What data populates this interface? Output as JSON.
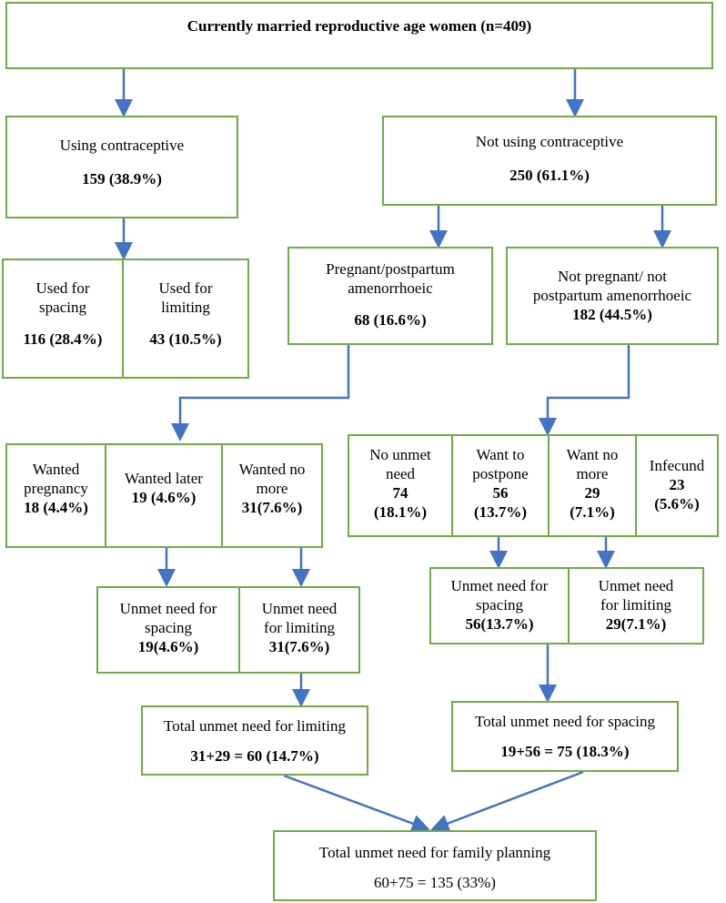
{
  "root": {
    "title": "Currently married reproductive age women (n=409)"
  },
  "using": {
    "label": "Using contraceptive",
    "value": "159 (38.9%)"
  },
  "not_using": {
    "label": "Not using contraceptive",
    "value": "250 (61.1%)"
  },
  "spacing_used": {
    "label1": "Used for",
    "label2": "spacing",
    "value": "116 (28.4%)"
  },
  "limiting_used": {
    "label1": "Used for",
    "label2": "limiting",
    "value": "43 (10.5%)"
  },
  "pregnant": {
    "label1": "Pregnant/postpartum",
    "label2": "amenorrhoeic",
    "value": "68 (16.6%)"
  },
  "not_pregnant": {
    "label1": "Not pregnant/ not",
    "label2": "postpartum amenorrhoeic",
    "value": "182 (44.5%)"
  },
  "wanted_pregnancy": {
    "label1": "Wanted",
    "label2": "pregnancy",
    "value": "18 (4.4%)"
  },
  "wanted_later": {
    "label": "Wanted later",
    "value": "19 (4.6%)"
  },
  "wanted_no_more": {
    "label1": "Wanted no",
    "label2": "more",
    "value": "31(7.6%)"
  },
  "no_unmet": {
    "label1": "No unmet",
    "label2": "need",
    "value1": "74",
    "value2": "(18.1%)"
  },
  "want_postpone": {
    "label1": "Want to",
    "label2": "postpone",
    "value1": "56",
    "value2": "(13.7%)"
  },
  "want_no_more": {
    "label1": "Want no",
    "label2": "more",
    "value1": "29",
    "value2": "(7.1%)"
  },
  "infecund": {
    "label": "Infecund",
    "value1": "23",
    "value2": "(5.6%)"
  },
  "unmet_spacing_left": {
    "label1": "Unmet need for",
    "label2": "spacing",
    "value": "19(4.6%)"
  },
  "unmet_limiting_left": {
    "label1": "Unmet need",
    "label2": "for limiting",
    "value": "31(7.6%)"
  },
  "unmet_spacing_right": {
    "label1": "Unmet need for",
    "label2": "spacing",
    "value": "56(13.7%)"
  },
  "unmet_limiting_right": {
    "label1": "Unmet need",
    "label2": "for limiting",
    "value": "29(7.1%)"
  },
  "total_limiting": {
    "label": "Total unmet need for limiting",
    "value": "31+29 = 60 (14.7%)"
  },
  "total_spacing": {
    "label": "Total unmet need for spacing",
    "value": "19+56 = 75 (18.3%)"
  },
  "total_fp": {
    "label": "Total unmet need for family planning",
    "value": "60+75 = 135 (33%)"
  }
}
